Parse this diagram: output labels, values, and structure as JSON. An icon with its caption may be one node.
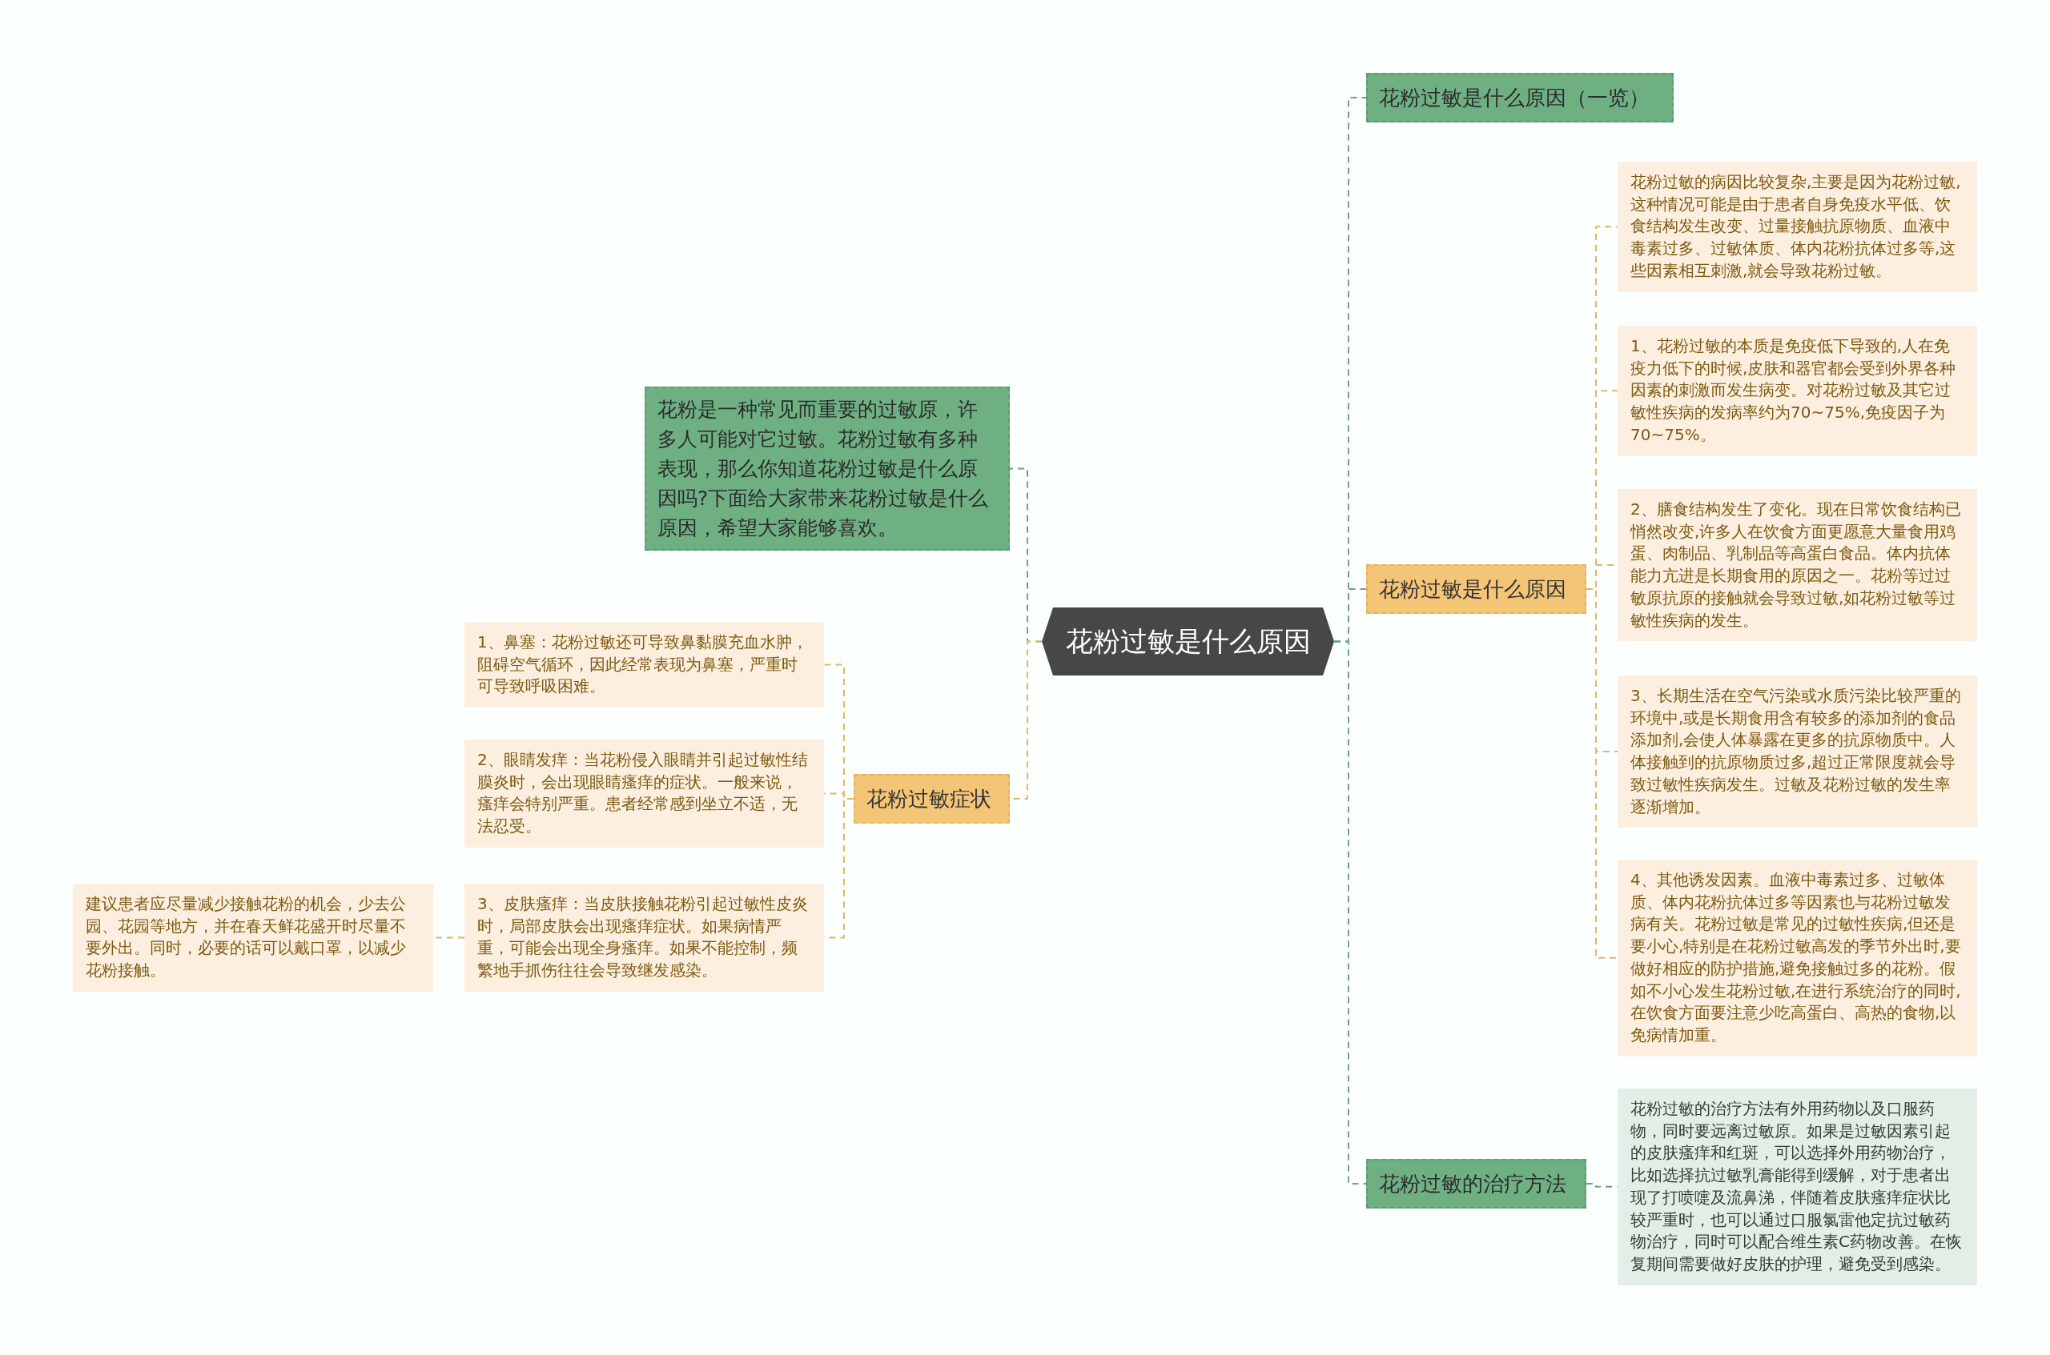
{
  "diagram": {
    "nodes": [
      {
        "text": [
          "花粉是一种常见而重要的过敏原，许多人可能对它过敏。花粉过敏有多种表现，那么你知道花粉过敏是什么原因吗?下面给大家带来花粉过敏是什么原因，希望大家能够喜欢。"
        ]
      },
      {
        "text": [
          "花粉过敏是什么原因"
        ]
      },
      {
        "text": [
          "花粉过敏症状"
        ]
      },
      {
        "text": [
          "1、鼻塞：花粉过敏还可导致鼻黏膜充血水肿，阻碍空气循环，因此经常表现为鼻塞，严重时可导致呼吸困难。"
        ]
      },
      {
        "text": [
          "2、眼睛发痒：当花粉侵入眼睛并引起过敏性结膜炎时，会出现眼睛瘙痒的症状。一般来说，瘙痒会特别严重。患者经常感到坐立不适，无法忍受。"
        ]
      },
      {
        "text": [
          "3、皮肤瘙痒：当皮肤接触花粉引起过敏性皮炎时，局部皮肤会出现瘙痒症状。如果病情严重，可能会出现全身瘙痒。如果不能控制，频繁地手抓伤往往会导致继发感染。"
        ]
      },
      {
        "text": [
          "建议患者应尽量减少接触花粉的机会，少去公园、花园等地方，并在春天鲜花盛开时尽量不要外出。同时，必要的话可以戴口罩，以减少花粉接触。"
        ]
      },
      {
        "text": [
          "花粉过敏是什么原因（一览）"
        ]
      },
      {
        "text": [
          "花粉过敏是什么原因"
        ]
      },
      {
        "text": [
          "花粉过敏的病因比较复杂,主要是因为花粉过敏,这种情况可能是由于患者自身免疫水平低、饮食结构发生改变、过量接触抗原物质、血液中毒素过多、过敏体质、体内花粉抗体过多等,这些因素相互刺激,就会导致花粉过敏。"
        ]
      },
      {
        "text": [
          "1、花粉过敏的本质是免疫低下导致的,人在免疫力低下的时候,皮肤和器官都会受到外界各种因素的刺激而发生病变。对花粉过敏及其它过敏性疾病的发病率约为70~75%,免疫因子为70~75%。"
        ]
      },
      {
        "text": [
          "2、膳食结构发生了变化。现在日常饮食结构已悄然改变,许多人在饮食方面更愿意大量食用鸡蛋、肉制品、乳制品等高蛋白食品。体内抗体能力亢进是长期食用的原因之一。花粉等过过敏原抗原的接触就会导致过敏,如花粉过敏等过敏性疾病的发生。"
        ]
      },
      {
        "text": [
          "3、长期生活在空气污染或水质污染比较严重的环境中,或是长期食用含有较多的添加剂的食品添加剂,会使人体暴露在更多的抗原物质中。人体接触到的抗原物质过多,超过正常限度就会导致过敏性疾病发生。过敏及花粉过敏的发生率逐渐增加。"
        ]
      },
      {
        "text": [
          "4、其他诱发因素。血液中毒素过多、过敏体质、体内花粉抗体过多等因素也与花粉过敏发病有关。花粉过敏是常见的过敏性疾病,但还是要小心,特别是在花粉过敏高发的季节外出时,要做好相应的防护措施,避免接触过多的花粉。假如不小心发生花粉过敏,在进行系统治疗的同时,在饮食方面要注意少吃高蛋白、高热的食物,以免病情加重。"
        ]
      },
      {
        "text": [
          "花粉过敏的治疗方法"
        ]
      },
      {
        "text": [
          "花粉过敏的治疗方法有外用药物以及口服药物，同时要远离过敏原。如果是过敏因素引起的皮肤瘙痒和红斑，可以选择外用药物治疗，比如选择抗过敏乳膏能得到缓解，对于患者出现了打喷嚏及流鼻涕，伴随着皮肤瘙痒症状比较严重时，也可以通过口服氯雷他定抗过敏药物治疗，同时可以配合维生素C药物改善。在恢复期间需要做好皮肤的护理，避免受到感染。"
        ]
      }
    ],
    "edges": [
      {
        "from": 1,
        "to": 0,
        "arrow": "none",
        "color": "#6aa57c"
      },
      {
        "from": 1,
        "to": 2,
        "arrow": "none"
      },
      {
        "from": 2,
        "to": 3,
        "arrow": "none"
      },
      {
        "from": 2,
        "to": 4,
        "arrow": "none"
      },
      {
        "from": 2,
        "to": 5,
        "arrow": "none"
      },
      {
        "from": 5,
        "to": 6,
        "arrow": "none"
      },
      {
        "from": 1,
        "to": 7,
        "arrow": "none",
        "color": "#6aa57c"
      },
      {
        "from": 1,
        "to": 8,
        "arrow": "none",
        "color": "#6aa57c"
      },
      {
        "from": 8,
        "to": 9,
        "arrow": "none"
      },
      {
        "from": 8,
        "to": 10,
        "arrow": "none"
      },
      {
        "from": 8,
        "to": 11,
        "arrow": "none"
      },
      {
        "from": 8,
        "to": 12,
        "arrow": "none"
      },
      {
        "from": 8,
        "to": 13,
        "arrow": "none"
      },
      {
        "from": 1,
        "to": 14,
        "arrow": "none",
        "color": "#6aa57c"
      },
      {
        "from": 14,
        "to": 15,
        "arrow": "none",
        "color": "#6aa57c"
      }
    ]
  }
}
